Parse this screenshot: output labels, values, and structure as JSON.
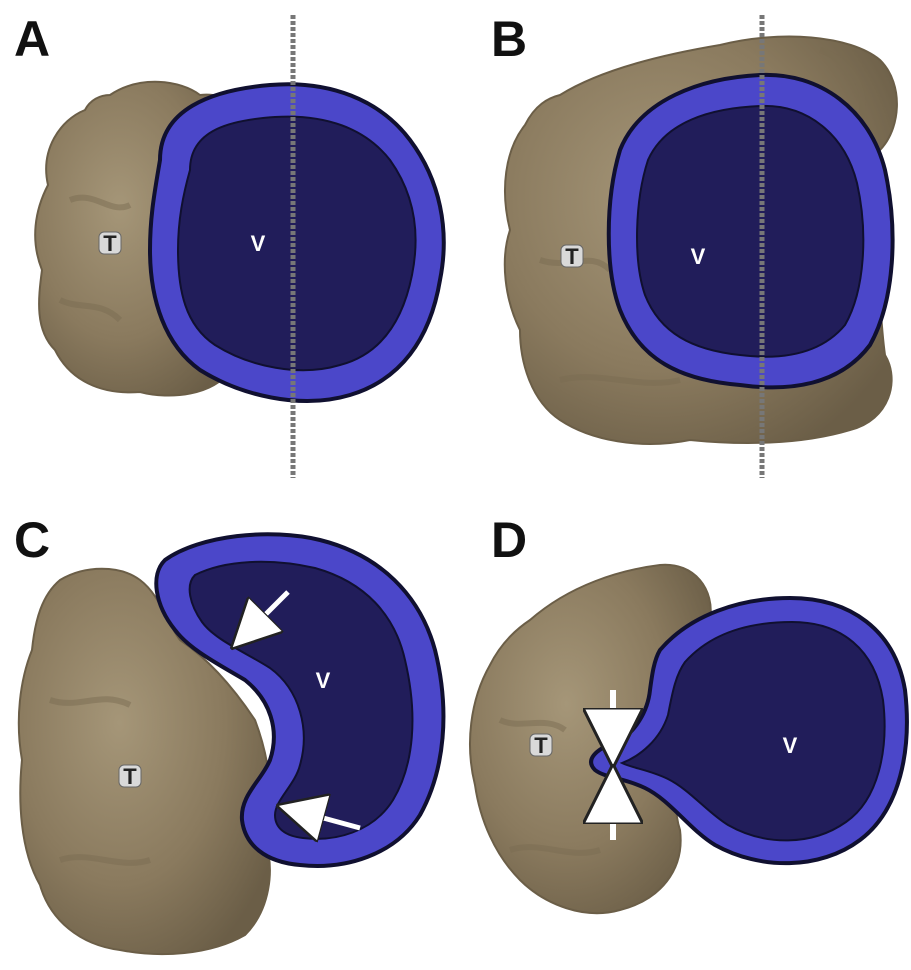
{
  "colors": {
    "tumor": "#8a7a5e",
    "tumor_shadow": "#6b5e47",
    "tumor_light": "#a59678",
    "vessel_outer": "#4b47c9",
    "vessel_inner": "#211d5a",
    "vessel_edge": "#101030",
    "plane_line": "#777777",
    "arrow": "#ffffff",
    "tag_fill": "#d9d9d9"
  },
  "panels": [
    {
      "letter": "A",
      "tumor_label": "T",
      "vessel_label": "V"
    },
    {
      "letter": "B",
      "tumor_label": "T",
      "vessel_label": "V"
    },
    {
      "letter": "C",
      "tumor_label": "T",
      "vessel_label": "V"
    },
    {
      "letter": "D",
      "tumor_label": "T",
      "vessel_label": "V"
    }
  ]
}
